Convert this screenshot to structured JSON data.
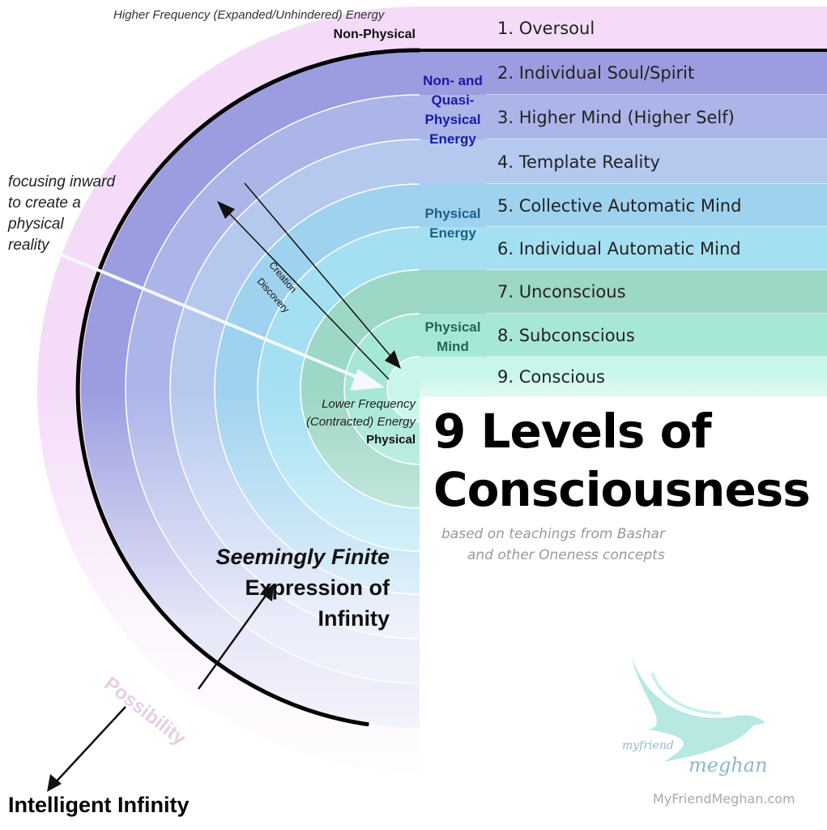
{
  "title": "9 Levels of",
  "title2": "Consciousness",
  "subtitle1": "based on teachings from Bashar",
  "subtitle2": "and other Oneness concepts",
  "top_label": "Higher Frequency (Expanded/Unhindered) Energy",
  "top_sub": "Non-Physical",
  "bottom_label1": "Lower Frequency",
  "bottom_label2": "(Contracted) Energy",
  "bottom_sub": "Physical",
  "focus_label": [
    "focusing inward",
    "to create a",
    "physical",
    "reality"
  ],
  "creation": "Creation",
  "discovery": "Discovery",
  "finite1": "Seemingly Finite",
  "finite2": "Expression of",
  "finite3": "Infinity",
  "possibility": "Possibility",
  "infinity": "Intelligent Infinity",
  "groups": [
    {
      "label": "Non- and Quasi- Physical Energy",
      "lines": [
        "Non- and",
        "Quasi-",
        "Physical",
        "Energy"
      ],
      "color": "#1a1aa8"
    },
    {
      "label": "Physical Energy",
      "lines": [
        "Physical",
        "Energy"
      ],
      "color": "#1f5f8a"
    },
    {
      "label": "Physical Mind",
      "lines": [
        "Physical",
        "Mind"
      ],
      "color": "#1f6a55"
    }
  ],
  "levels": [
    {
      "label": "1. Oversoul",
      "color": "#f4dcf8"
    },
    {
      "label": "2. Individual Soul/Spirit",
      "color": "#9b9de0"
    },
    {
      "label": "3. Higher Mind (Higher Self)",
      "color": "#abb5e8"
    },
    {
      "label": "4. Template Reality",
      "color": "#b5c9ef"
    },
    {
      "label": "5. Collective Automatic Mind",
      "color": "#9fd2ef"
    },
    {
      "label": "6. Individual Automatic Mind",
      "color": "#a5e0f2"
    },
    {
      "label": "7. Unconscious",
      "color": "#9dd7c6"
    },
    {
      "label": "8. Subconscious",
      "color": "#a7e7d6"
    },
    {
      "label": "9. Conscious",
      "color": "#c8f6ea"
    }
  ],
  "logo": {
    "text1": "myfriend",
    "text2": "meghan",
    "url": "MyFriendMeghan.com"
  }
}
